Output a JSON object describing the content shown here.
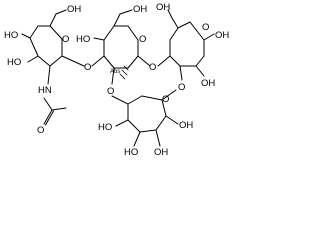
{
  "molecule": {
    "atom_labels": {
      "oh": "OH",
      "ho": "HO",
      "o": "O",
      "hn": "HN",
      "abs": "Abs"
    }
  }
}
